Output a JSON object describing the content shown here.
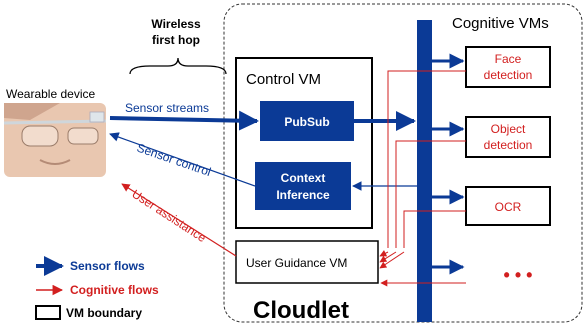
{
  "cloudlet_label": "Cloudlet",
  "cognitive_vms_title": "Cognitive VMs",
  "wireless_hop": [
    "Wireless",
    "first hop"
  ],
  "wearable_label": "Wearable device",
  "control_vm_label": "Control VM",
  "pubsub_label": "PubSub",
  "context_inference_label": [
    "Context",
    "Inference"
  ],
  "user_guidance_label": "User Guidance VM",
  "cognitive_vm_items": [
    [
      "Face",
      "detection"
    ],
    [
      "Object",
      "detection"
    ],
    [
      "OCR"
    ]
  ],
  "ellipsis_label": "• • •",
  "edge_labels": {
    "sensor_streams": "Sensor streams",
    "sensor_control": "Sensor control",
    "user_assistance": "User assistance"
  },
  "legend": {
    "sensor_flows": "Sensor flows",
    "cognitive_flows": "Cognitive flows",
    "vm_boundary": "VM boundary"
  },
  "colors": {
    "sensor_flow": "#0b3a96",
    "cognitive_flow": "#d21f1f",
    "box_fill": "#0b3a96",
    "text_dark": "#000000"
  }
}
